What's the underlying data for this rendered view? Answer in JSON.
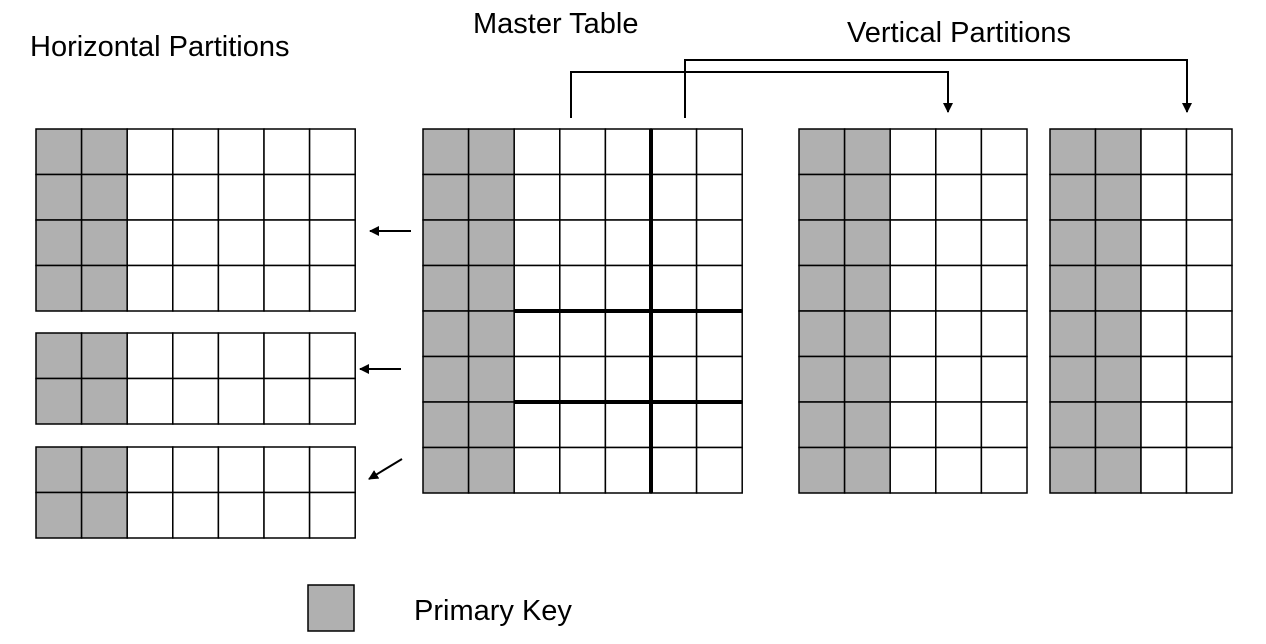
{
  "labels": {
    "horizontal_partitions": "Horizontal Partitions",
    "master_table": "Master Table",
    "vertical_partitions": "Vertical Partitions",
    "legend_primary_key": "Primary Key"
  },
  "colors": {
    "primary_key_fill": "#b0b0b0",
    "cell_fill": "#ffffff",
    "line": "#000000"
  },
  "tables": {
    "master_table": {
      "rows": 8,
      "cols": 7,
      "key_cols": 2
    },
    "horizontal_partition_1": {
      "rows": 4,
      "cols": 7,
      "key_cols": 2
    },
    "horizontal_partition_2": {
      "rows": 2,
      "cols": 7,
      "key_cols": 2
    },
    "horizontal_partition_3": {
      "rows": 2,
      "cols": 7,
      "key_cols": 2
    },
    "vertical_partition_1": {
      "rows": 8,
      "cols": 5,
      "key_cols": 2
    },
    "vertical_partition_2": {
      "rows": 8,
      "cols": 4,
      "key_cols": 2
    }
  }
}
